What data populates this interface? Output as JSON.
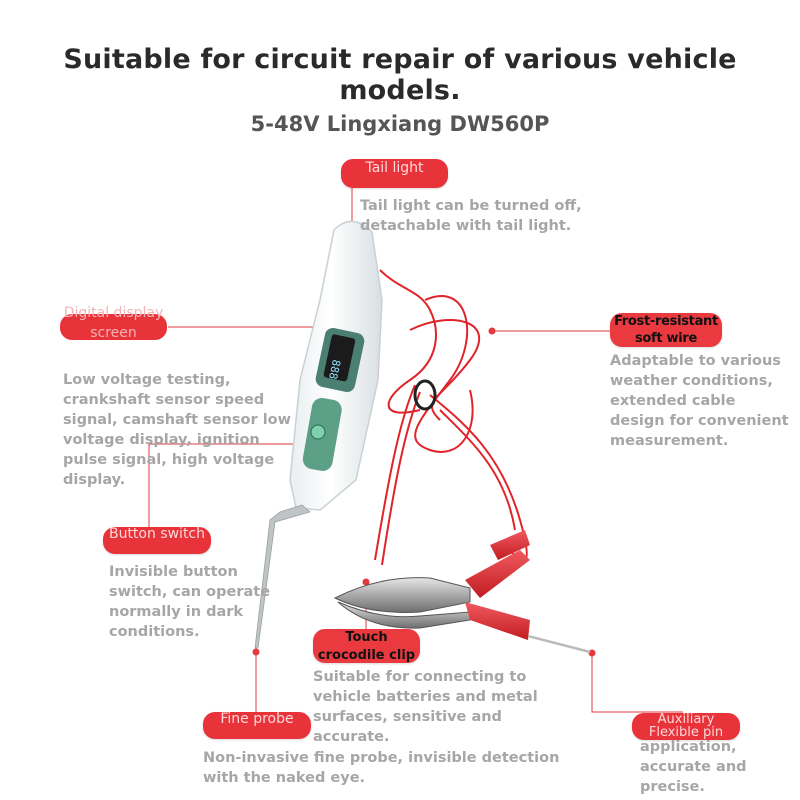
{
  "headline": "Suitable for circuit repair of various vehicle models.",
  "subheadline": "5-48V Lingxiang DW560P",
  "features": {
    "tail_light": {
      "label": "Tail light",
      "description": "Tail light can be turned off, detachable with tail light."
    },
    "digital_display": {
      "label": "Digital display screen",
      "description": "Low voltage testing, crankshaft sensor speed signal, camshaft sensor low voltage display, ignition pulse signal, high voltage display."
    },
    "soft_wire": {
      "label": "Frost-resistant soft wire",
      "description": "Adaptable to various weather conditions, extended cable design for convenient measurement."
    },
    "button_switch": {
      "label": "Button switch",
      "description": "Invisible button switch, can operate normally in dark conditions."
    },
    "crocodile_clip": {
      "label": "Touch crocodile clip",
      "description": "Suitable for connecting to vehicle batteries and metal surfaces, sensitive and accurate."
    },
    "fine_probe": {
      "label": "Fine probe",
      "description": "Non-invasive fine probe, invisible detection with the naked eye."
    },
    "flexible_pin": {
      "label_top": "Auxiliary",
      "label_bottom": "Flexible pin",
      "description": "application, accurate and precise."
    }
  },
  "display_reading": "888",
  "colors": {
    "accent": "#e8333a",
    "wire": "#e0242a",
    "text_muted": "#a6a6a6"
  }
}
